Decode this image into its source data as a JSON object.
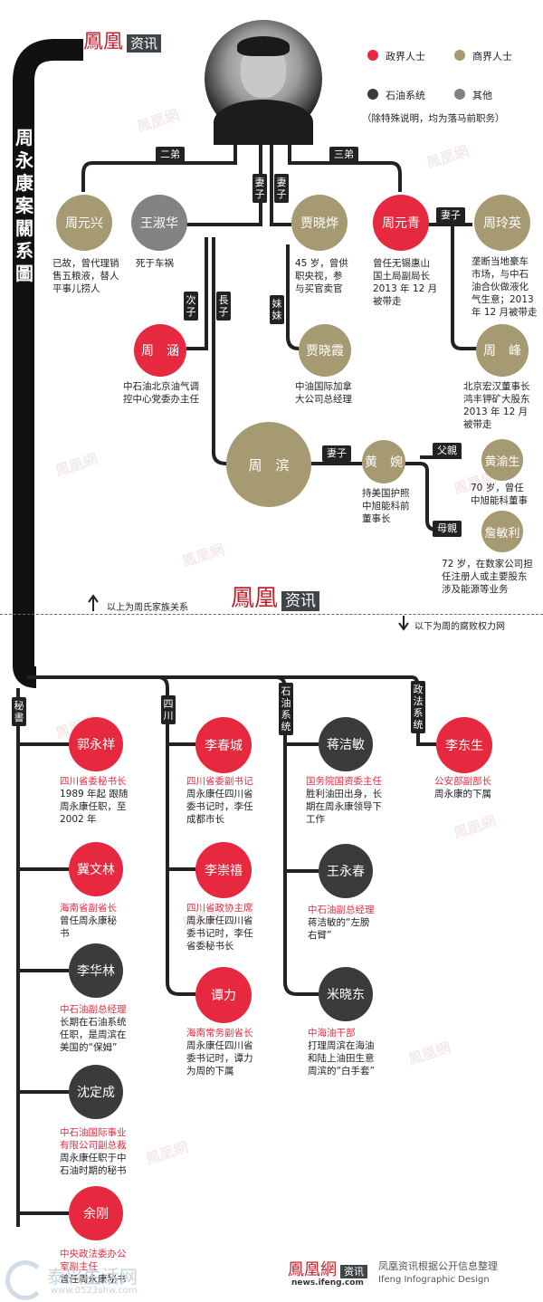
{
  "header": {
    "logo_fh": "鳳凰",
    "logo_zx": "资讯",
    "title_chars": [
      "周",
      "永",
      "康",
      "案",
      "關",
      "系",
      "圖"
    ]
  },
  "legend": {
    "items": [
      {
        "label": "政界人士",
        "color": "#e7293f"
      },
      {
        "label": "商界人士",
        "color": "#a59a72"
      },
      {
        "label": "石油系统",
        "color": "#3b3b3b"
      },
      {
        "label": "其他",
        "color": "#838383"
      }
    ],
    "note": "（除特殊说明，均为落马前职务）"
  },
  "family": {
    "tags": {
      "second_brother": "二弟",
      "third_brother": "三弟",
      "wife1": [
        "妻",
        "子"
      ],
      "wife2": [
        "妻",
        "子"
      ],
      "younger_son": [
        "次",
        "子"
      ],
      "elder_son": [
        "長",
        "子"
      ],
      "sister": [
        "妹",
        "妹"
      ],
      "wife_yuanqing": "妻子",
      "wife_bin": "妻子",
      "father": "父親",
      "mother": "母親"
    },
    "nodes": {
      "zhou_yuanxing": {
        "name": "周元兴",
        "desc": [
          "已故，曾代理销",
          "售五粮液，替人",
          "平事儿捞人"
        ]
      },
      "wang_shuhua": {
        "name": "王淑华",
        "desc": [
          "死于车祸"
        ]
      },
      "jia_xiaoye": {
        "name": "贾晓烨",
        "desc": [
          "45 岁，曾供",
          "职央视，参",
          "与买官卖官"
        ]
      },
      "zhou_yuanqing": {
        "name": "周元青",
        "desc": [
          "曾任无锡惠山",
          "国土局副局长",
          "2013 年 12 月",
          "被带走"
        ]
      },
      "zhou_lingying": {
        "name": "周玲英",
        "desc": [
          "垄断当地豪车",
          "市场，与中石",
          "油合伙做液化",
          "气生意；2013",
          "年 12 月被带走"
        ]
      },
      "zhou_han": {
        "name": "周　涵",
        "desc": [
          "中石油北京油气调",
          "控中心党委办主任"
        ]
      },
      "jia_xiaoxia": {
        "name": "贾晓霞",
        "desc": [
          "中油国际加拿",
          "大公司总经理"
        ]
      },
      "zhou_feng": {
        "name": "周　峰",
        "desc": [
          "北京宏汉董事长",
          "鸿丰钾矿大股东",
          "2013 年 12 月",
          "被带走"
        ]
      },
      "zhou_bin": {
        "name": "周　滨"
      },
      "huang_wan": {
        "name": "黄　婉",
        "desc": [
          "持美国护照",
          "中旭能科前",
          "董事长"
        ]
      },
      "huang_yusheng": {
        "name": "黄渝生",
        "desc": [
          "70 岁，曾任",
          "中旭能科董事"
        ]
      },
      "zhan_minli": {
        "name": "詹敏利",
        "desc": [
          "72 岁，在数家公司担",
          "任注册人或主要股东",
          "涉及能源等业务"
        ]
      }
    }
  },
  "divider": {
    "above": "以上为周氏家族关系",
    "below": "以下为周的腐败权力网"
  },
  "network": {
    "branches": {
      "secretary": [
        "秘",
        "書"
      ],
      "sichuan": [
        "四",
        "川"
      ],
      "oil": [
        "石",
        "油",
        "系",
        "统"
      ],
      "politics_law": [
        "政",
        "法",
        "系",
        "统"
      ]
    },
    "nodes": {
      "guo_yongxiang": {
        "name": "郭永祥",
        "role": "四川省委秘书长",
        "desc": [
          "1989 年起 跟随",
          "周永康任职，至",
          "2002 年"
        ]
      },
      "ji_wenlin": {
        "name": "冀文林",
        "role": "海南省副省长",
        "desc": [
          "曾任周永康秘",
          "书"
        ]
      },
      "li_hualin": {
        "name": "李华林",
        "role": "中石油副总经理",
        "desc": [
          "长期在石油系统",
          "任职，是周滨在",
          "美国的“保姆”"
        ]
      },
      "shen_dingcheng": {
        "name": "沈定成",
        "role": [
          "中石油国际事业",
          "有限公司副总裁"
        ],
        "desc": [
          "周永康任职于中",
          "石油时期的秘书"
        ]
      },
      "yu_gang": {
        "name": "余刚",
        "role": [
          "中央政法委办公",
          "室副主任"
        ],
        "desc": [
          "曾任周永康秘书"
        ]
      },
      "li_chuncheng": {
        "name": "李春城",
        "role": "四川省委副书记",
        "desc": [
          "周永康任四川省",
          "委书记时，李任",
          "成都市长"
        ]
      },
      "li_chongxi": {
        "name": "李崇禧",
        "role": "四川省政协主席",
        "desc": [
          "周永康任四川省",
          "委书记时，李任",
          "省委秘书长"
        ]
      },
      "tan_li": {
        "name": "谭力",
        "role": "海南常务副省长",
        "desc": [
          "周永康任四川省",
          "委书记时，谭力",
          "为周的下属"
        ]
      },
      "jiang_jiemin": {
        "name": "蒋洁敏",
        "role": "国务院国资委主任",
        "desc": [
          "胜利油田出身，长",
          "期在周永康领导下",
          "工作"
        ]
      },
      "wang_yongchun": {
        "name": "王永春",
        "role": "中石油副总经理",
        "desc": [
          "蒋洁敏的“左膀",
          "右臂”"
        ]
      },
      "mi_xiaodong": {
        "name": "米晓东",
        "role": "中海油干部",
        "desc": [
          "打理周滨在海油",
          "和陆上油田生意",
          "周滨的“白手套”"
        ]
      },
      "li_dongsheng": {
        "name": "李东生",
        "role": "公安部副部长",
        "desc": [
          "周永康的下属"
        ]
      }
    }
  },
  "footer": {
    "logo": "鳳凰網",
    "logo_zx": "资讯",
    "domain": "news.ifeng.com",
    "line1": "凤凰资讯根据公开信息整理",
    "line2": "Ifeng Infographic Design",
    "site_wm": "泰兴生活网",
    "site_url": "www.0523shw.com"
  },
  "watermark": "鳳凰網"
}
